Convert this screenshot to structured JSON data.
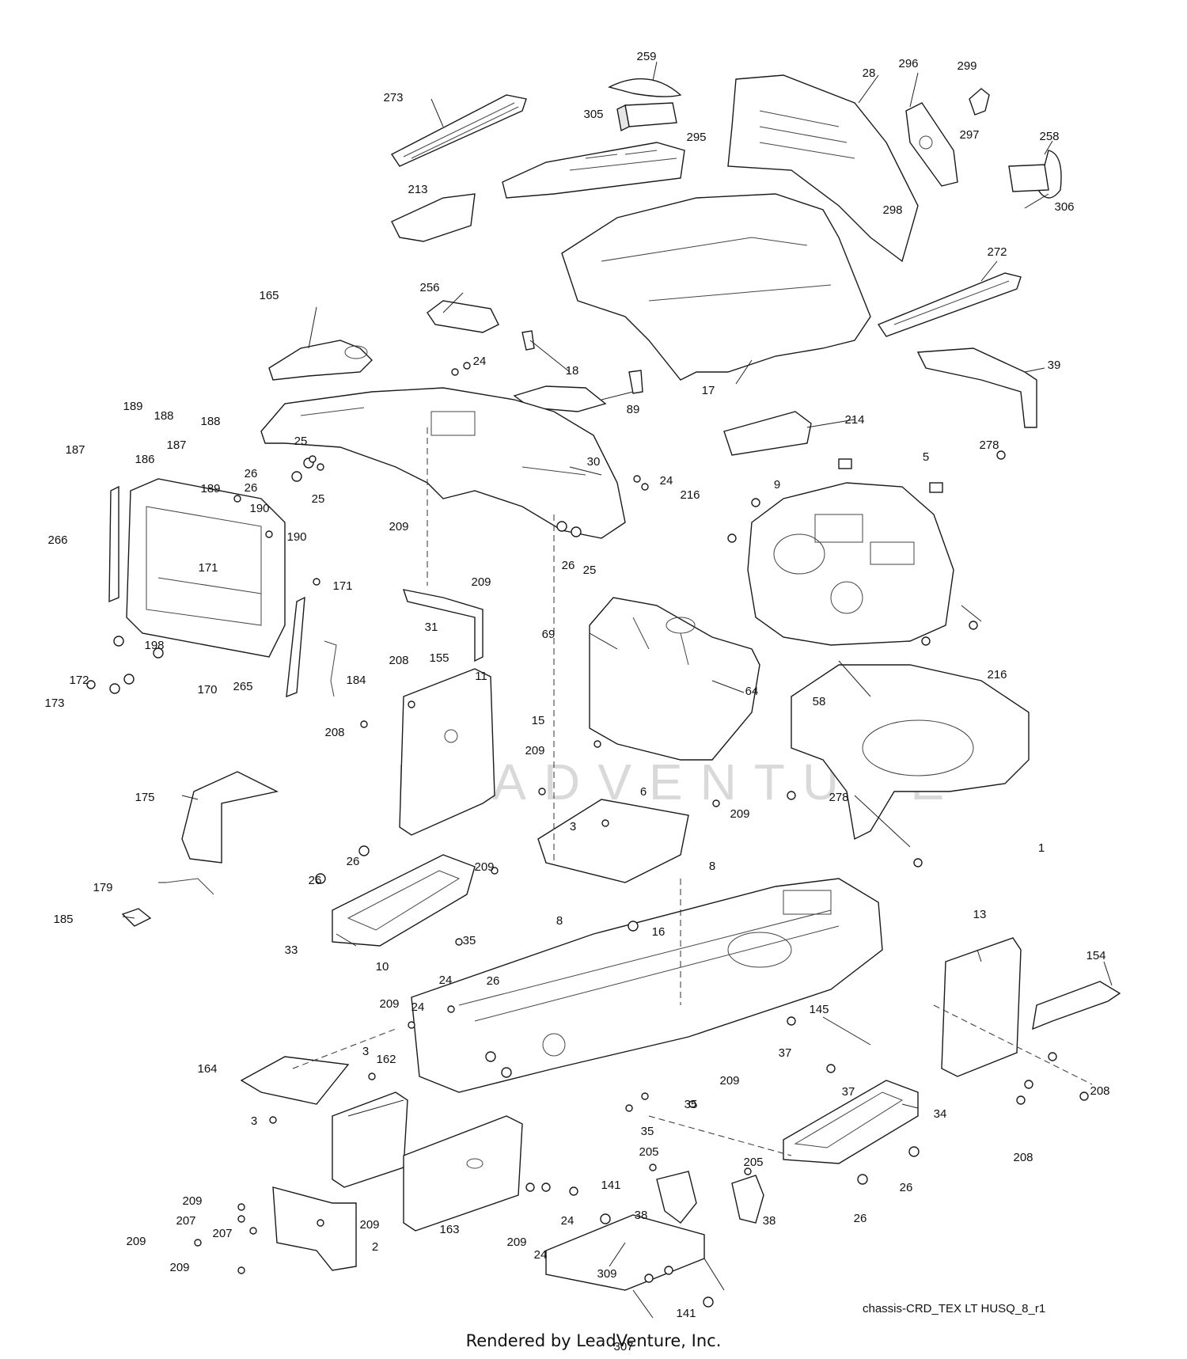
{
  "diagram": {
    "id_label": "chassis-CRD_TEX LT HUSQ_8_r1",
    "footer": "Rendered by LeadVenture, Inc.",
    "watermark": "LEADVENTURE",
    "callouts": [
      {
        "id": "c-273",
        "text": "273"
      },
      {
        "id": "c-259",
        "text": "259"
      },
      {
        "id": "c-305",
        "text": "305"
      },
      {
        "id": "c-295",
        "text": "295"
      },
      {
        "id": "c-28",
        "text": "28"
      },
      {
        "id": "c-296",
        "text": "296"
      },
      {
        "id": "c-299",
        "text": "299"
      },
      {
        "id": "c-297",
        "text": "297"
      },
      {
        "id": "c-258",
        "text": "258"
      },
      {
        "id": "c-298",
        "text": "298"
      },
      {
        "id": "c-306",
        "text": "306"
      },
      {
        "id": "c-213",
        "text": "213"
      },
      {
        "id": "c-272",
        "text": "272"
      },
      {
        "id": "c-165",
        "text": "165"
      },
      {
        "id": "c-256",
        "text": "256"
      },
      {
        "id": "c-24a",
        "text": "24"
      },
      {
        "id": "c-18",
        "text": "18"
      },
      {
        "id": "c-89",
        "text": "89"
      },
      {
        "id": "c-39",
        "text": "39"
      },
      {
        "id": "c-17",
        "text": "17"
      },
      {
        "id": "c-214",
        "text": "214"
      },
      {
        "id": "c-189a",
        "text": "189"
      },
      {
        "id": "c-188a",
        "text": "188"
      },
      {
        "id": "c-188b",
        "text": "188"
      },
      {
        "id": "c-187a",
        "text": "187"
      },
      {
        "id": "c-187b",
        "text": "187"
      },
      {
        "id": "c-186",
        "text": "186"
      },
      {
        "id": "c-189b",
        "text": "189"
      },
      {
        "id": "c-25a",
        "text": "25"
      },
      {
        "id": "c-26a",
        "text": "26"
      },
      {
        "id": "c-26b",
        "text": "26"
      },
      {
        "id": "c-25b",
        "text": "25"
      },
      {
        "id": "c-30",
        "text": "30"
      },
      {
        "id": "c-24b",
        "text": "24"
      },
      {
        "id": "c-278a",
        "text": "278"
      },
      {
        "id": "c-5",
        "text": "5"
      },
      {
        "id": "c-216a",
        "text": "216"
      },
      {
        "id": "c-9",
        "text": "9"
      },
      {
        "id": "c-266",
        "text": "266"
      },
      {
        "id": "c-190a",
        "text": "190"
      },
      {
        "id": "c-190b",
        "text": "190"
      },
      {
        "id": "c-171a",
        "text": "171"
      },
      {
        "id": "c-171b",
        "text": "171"
      },
      {
        "id": "c-209a",
        "text": "209"
      },
      {
        "id": "c-26c",
        "text": "26"
      },
      {
        "id": "c-25c",
        "text": "25"
      },
      {
        "id": "c-209b",
        "text": "209"
      },
      {
        "id": "c-69",
        "text": "69"
      },
      {
        "id": "c-31",
        "text": "31"
      },
      {
        "id": "c-216b",
        "text": "216"
      },
      {
        "id": "c-198",
        "text": "198"
      },
      {
        "id": "c-172",
        "text": "172"
      },
      {
        "id": "c-173",
        "text": "173"
      },
      {
        "id": "c-170",
        "text": "170"
      },
      {
        "id": "c-184",
        "text": "184"
      },
      {
        "id": "c-265",
        "text": "265"
      },
      {
        "id": "c-208a",
        "text": "208"
      },
      {
        "id": "c-155",
        "text": "155"
      },
      {
        "id": "c-11",
        "text": "11"
      },
      {
        "id": "c-64",
        "text": "64"
      },
      {
        "id": "c-58",
        "text": "58"
      },
      {
        "id": "c-15",
        "text": "15"
      },
      {
        "id": "c-208b",
        "text": "208"
      },
      {
        "id": "c-209c",
        "text": "209"
      },
      {
        "id": "c-6",
        "text": "6"
      },
      {
        "id": "c-209d",
        "text": "209"
      },
      {
        "id": "c-278b",
        "text": "278"
      },
      {
        "id": "c-175",
        "text": "175"
      },
      {
        "id": "c-3a",
        "text": "3"
      },
      {
        "id": "c-1",
        "text": "1"
      },
      {
        "id": "c-8a",
        "text": "8"
      },
      {
        "id": "c-26d",
        "text": "26"
      },
      {
        "id": "c-209e",
        "text": "209"
      },
      {
        "id": "c-26e",
        "text": "26"
      },
      {
        "id": "c-179",
        "text": "179"
      },
      {
        "id": "c-185",
        "text": "185"
      },
      {
        "id": "c-8b",
        "text": "8"
      },
      {
        "id": "c-16",
        "text": "16"
      },
      {
        "id": "c-35a",
        "text": "35"
      },
      {
        "id": "c-33",
        "text": "33"
      },
      {
        "id": "c-10",
        "text": "10"
      },
      {
        "id": "c-13",
        "text": "13"
      },
      {
        "id": "c-154",
        "text": "154"
      },
      {
        "id": "c-24c",
        "text": "24"
      },
      {
        "id": "c-26f",
        "text": "26"
      },
      {
        "id": "c-209f",
        "text": "209"
      },
      {
        "id": "c-24d",
        "text": "24"
      },
      {
        "id": "c-145",
        "text": "145"
      },
      {
        "id": "c-164",
        "text": "164"
      },
      {
        "id": "c-3b",
        "text": "3"
      },
      {
        "id": "c-162",
        "text": "162"
      },
      {
        "id": "c-37a",
        "text": "37"
      },
      {
        "id": "c-209g",
        "text": "209"
      },
      {
        "id": "c-37b",
        "text": "37"
      },
      {
        "id": "c-208c",
        "text": "208"
      },
      {
        "id": "c-3c",
        "text": "3"
      },
      {
        "id": "c-35b",
        "text": "35"
      },
      {
        "id": "c-35c",
        "text": "35"
      },
      {
        "id": "c-34",
        "text": "34"
      },
      {
        "id": "c-208d",
        "text": "208"
      },
      {
        "id": "c-205a",
        "text": "205"
      },
      {
        "id": "c-205b",
        "text": "205"
      },
      {
        "id": "c-209h",
        "text": "209"
      },
      {
        "id": "c-26g",
        "text": "26"
      },
      {
        "id": "c-141a",
        "text": "141"
      },
      {
        "id": "c-38a",
        "text": "38"
      },
      {
        "id": "c-38b",
        "text": "38"
      },
      {
        "id": "c-26h",
        "text": "26"
      },
      {
        "id": "c-207a",
        "text": "207"
      },
      {
        "id": "c-209i",
        "text": "209"
      },
      {
        "id": "c-207b",
        "text": "207"
      },
      {
        "id": "c-163",
        "text": "163"
      },
      {
        "id": "c-209j",
        "text": "209"
      },
      {
        "id": "c-24e",
        "text": "24"
      },
      {
        "id": "c-24f",
        "text": "24"
      },
      {
        "id": "c-209k",
        "text": "209"
      },
      {
        "id": "c-2",
        "text": "2"
      },
      {
        "id": "c-209l",
        "text": "209"
      },
      {
        "id": "c-309",
        "text": "309"
      },
      {
        "id": "c-141b",
        "text": "141"
      },
      {
        "id": "c-307",
        "text": "307"
      }
    ]
  }
}
